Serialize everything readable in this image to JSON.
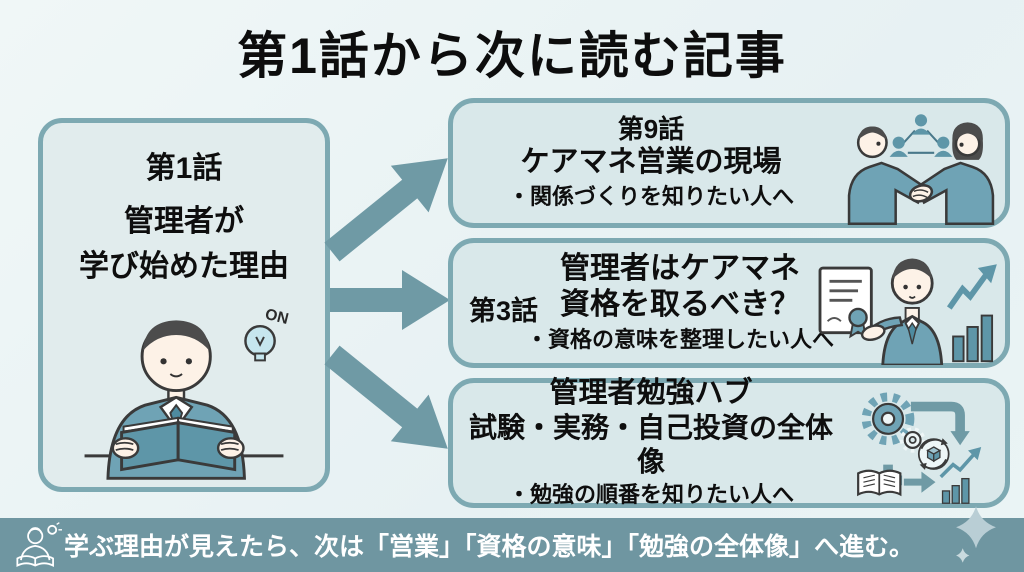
{
  "title": "第1話から次に読む記事",
  "source": {
    "episode": "第1話",
    "title_line1": "管理者が",
    "title_line2": "学び始めた理由",
    "bulb_label": "ON"
  },
  "articles": [
    {
      "episode": "第9話",
      "title": "ケアマネ営業の現場",
      "audience": "・関係づくりを知りたい人へ"
    },
    {
      "episode": "第3話",
      "title_line1": "管理者はケアマネ",
      "title_line2": "資格を取るべき？",
      "audience": "・資格の意味を整理したい人へ"
    },
    {
      "title_line1": "管理者勉強ハブ",
      "title_line2": "試験・実務・自己投資の全体像",
      "audience": "・勉強の順番を知りたい人へ"
    }
  ],
  "footer": {
    "text": "学ぶ理由が見えたら、次は「営業」「資格の意味」「勉強の全体像」へ進む。"
  },
  "colors": {
    "background": "#eaf3f4",
    "box_fill_left": "#e1eced",
    "box_fill_right": "#d9e8ea",
    "box_border": "#7da9b2",
    "arrow": "#6f9aa5",
    "footer_bar": "#6f96a1",
    "text": "#111111",
    "illustration_teal": "#6fa3b5"
  }
}
